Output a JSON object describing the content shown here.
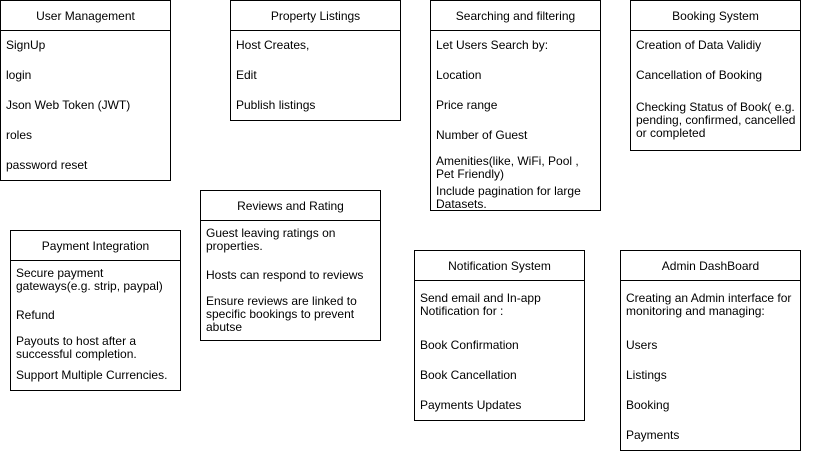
{
  "boxes": {
    "user_management": {
      "title": "User Management",
      "items": [
        "SignUp",
        "login",
        "Json Web Token (JWT)",
        "roles",
        "password reset"
      ]
    },
    "property_listings": {
      "title": "Property Listings",
      "items": [
        "Host Creates,",
        "Edit",
        "Publish listings"
      ]
    },
    "searching_filtering": {
      "title": "Searching and filtering",
      "items": [
        "Let Users Search by:",
        "Location",
        "Price range",
        "Number of Guest",
        "Amenities(like, WiFi, Pool , Pet Friendly)",
        "Include pagination for large Datasets."
      ]
    },
    "booking_system": {
      "title": "Booking System",
      "items": [
        "Creation of Data Validiy",
        "Cancellation of Booking",
        "Checking Status of Book( e.g. pending, confirmed, cancelled or completed"
      ]
    },
    "reviews_rating": {
      "title": "Reviews and Rating",
      "items": [
        "Guest leaving ratings on properties.",
        "Hosts can respond to reviews",
        "Ensure reviews are linked to specific bookings to prevent abutse"
      ]
    },
    "payment_integration": {
      "title": "Payment Integration",
      "items": [
        "Secure payment gateways(e.g. strip, paypal)",
        "Refund",
        "Payouts to host after a successful completion.",
        "Support Multiple Currencies."
      ]
    },
    "notification_system": {
      "title": "Notification System",
      "items": [
        "Send email and In-app Notification for :",
        "Book Confirmation",
        "Book Cancellation",
        "Payments Updates"
      ]
    },
    "admin_dashboard": {
      "title": "Admin DashBoard",
      "items": [
        "Creating an Admin interface for monitoring and managing:",
        "Users",
        "Listings",
        "Booking",
        "Payments"
      ]
    }
  }
}
